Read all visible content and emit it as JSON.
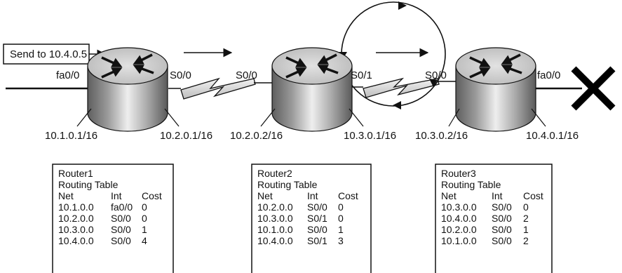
{
  "send_box": {
    "text": "Send to 10.4.0.5"
  },
  "routers": [
    {
      "name": "Router1",
      "ports": {
        "left": "fa0/0",
        "right": "S0/0"
      },
      "ips": {
        "left": "10.1.0.1/16",
        "right": "10.2.0.1/16"
      },
      "table": {
        "title_line1": "Router1",
        "title_line2": "Routing Table",
        "headers": [
          "Net",
          "Int",
          "Cost"
        ],
        "rows": [
          [
            "10.1.0.0",
            "fa0/0",
            "0"
          ],
          [
            "10.2.0.0",
            "S0/0",
            "0"
          ],
          [
            "10.3.0.0",
            "S0/0",
            "1"
          ],
          [
            "10.4.0.0",
            "S0/0",
            "4"
          ]
        ]
      }
    },
    {
      "name": "Router2",
      "ports": {
        "left": "S0/0",
        "right": "S0/1"
      },
      "ips": {
        "left": "10.2.0.2/16",
        "right": "10.3.0.1/16"
      },
      "table": {
        "title_line1": "Router2",
        "title_line2": "Routing Table",
        "headers": [
          "Net",
          "Int",
          "Cost"
        ],
        "rows": [
          [
            "10.2.0.0",
            "S0/0",
            "0"
          ],
          [
            "10.3.0.0",
            "S0/1",
            "0"
          ],
          [
            "10.1.0.0",
            "S0/0",
            "1"
          ],
          [
            "10.4.0.0",
            "S0/1",
            "3"
          ]
        ]
      }
    },
    {
      "name": "Router3",
      "ports": {
        "left": "S0/0",
        "right": "fa0/0"
      },
      "ips": {
        "left": "10.3.0.2/16",
        "right": "10.4.0.1/16"
      },
      "table": {
        "title_line1": "Router3",
        "title_line2": "Routing Table",
        "headers": [
          "Net",
          "Int",
          "Cost"
        ],
        "rows": [
          [
            "10.3.0.0",
            "S0/0",
            "0"
          ],
          [
            "10.4.0.0",
            "S0/0",
            "2"
          ],
          [
            "10.2.0.0",
            "S0/0",
            "1"
          ],
          [
            "10.1.0.0",
            "S0/0",
            "2"
          ]
        ]
      }
    }
  ],
  "colors": {
    "line": "#111111",
    "router_top": "#d4d4d4",
    "router_body_light": "#e6e6e6",
    "router_body_dark": "#6a6a6a",
    "x_mark": "#000000"
  }
}
